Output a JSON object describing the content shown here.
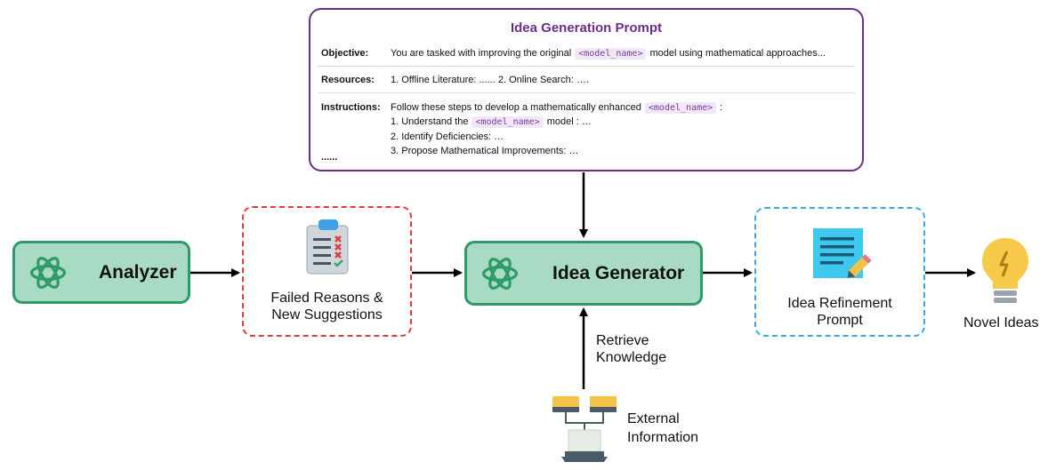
{
  "prompt": {
    "title": "Idea Generation Prompt",
    "objective_label": "Objective:",
    "objective_prefix": "You are tasked with improving the original",
    "model_token": "<model_name>",
    "objective_suffix": "model using mathematical approaches...",
    "resources_label": "Resources:",
    "resources_text": "1. Offline Literature: ......  2. Online Search: ….",
    "instructions_label": "Instructions:",
    "instructions_prefix": "Follow these steps to develop a mathematically enhanced",
    "instructions_suffix": ":",
    "step1_prefix": "1. Understand the",
    "step1_suffix": "model : …",
    "step2": "2. Identify Deficiencies: …",
    "step3": "3. Propose Mathematical Improvements: …",
    "ellipsis": "......"
  },
  "nodes": {
    "analyzer": "Analyzer",
    "failed_line1": "Failed Reasons &",
    "failed_line2": "New Suggestions",
    "idea_generator": "Idea Generator",
    "refinement_line1": "Idea Refinement",
    "refinement_line2": "Prompt",
    "novel_ideas": "Novel Ideas",
    "retrieve_line1": "Retrieve",
    "retrieve_line2": "Knowledge",
    "external_line1": "External",
    "external_line2": "Information"
  },
  "colors": {
    "prompt_border": "#6b2d8c",
    "green_fill": "#a9dbc4",
    "green_border": "#2e9a6a",
    "failed_border": "#e23b3b",
    "refinement_border": "#3aa8e0",
    "bulb": "#f7c948"
  },
  "icons": {
    "llm": "openai-logo-icon",
    "checklist": "checklist-icon",
    "document": "document-pencil-icon",
    "bulb": "lightbulb-icon",
    "network": "network-icon"
  }
}
